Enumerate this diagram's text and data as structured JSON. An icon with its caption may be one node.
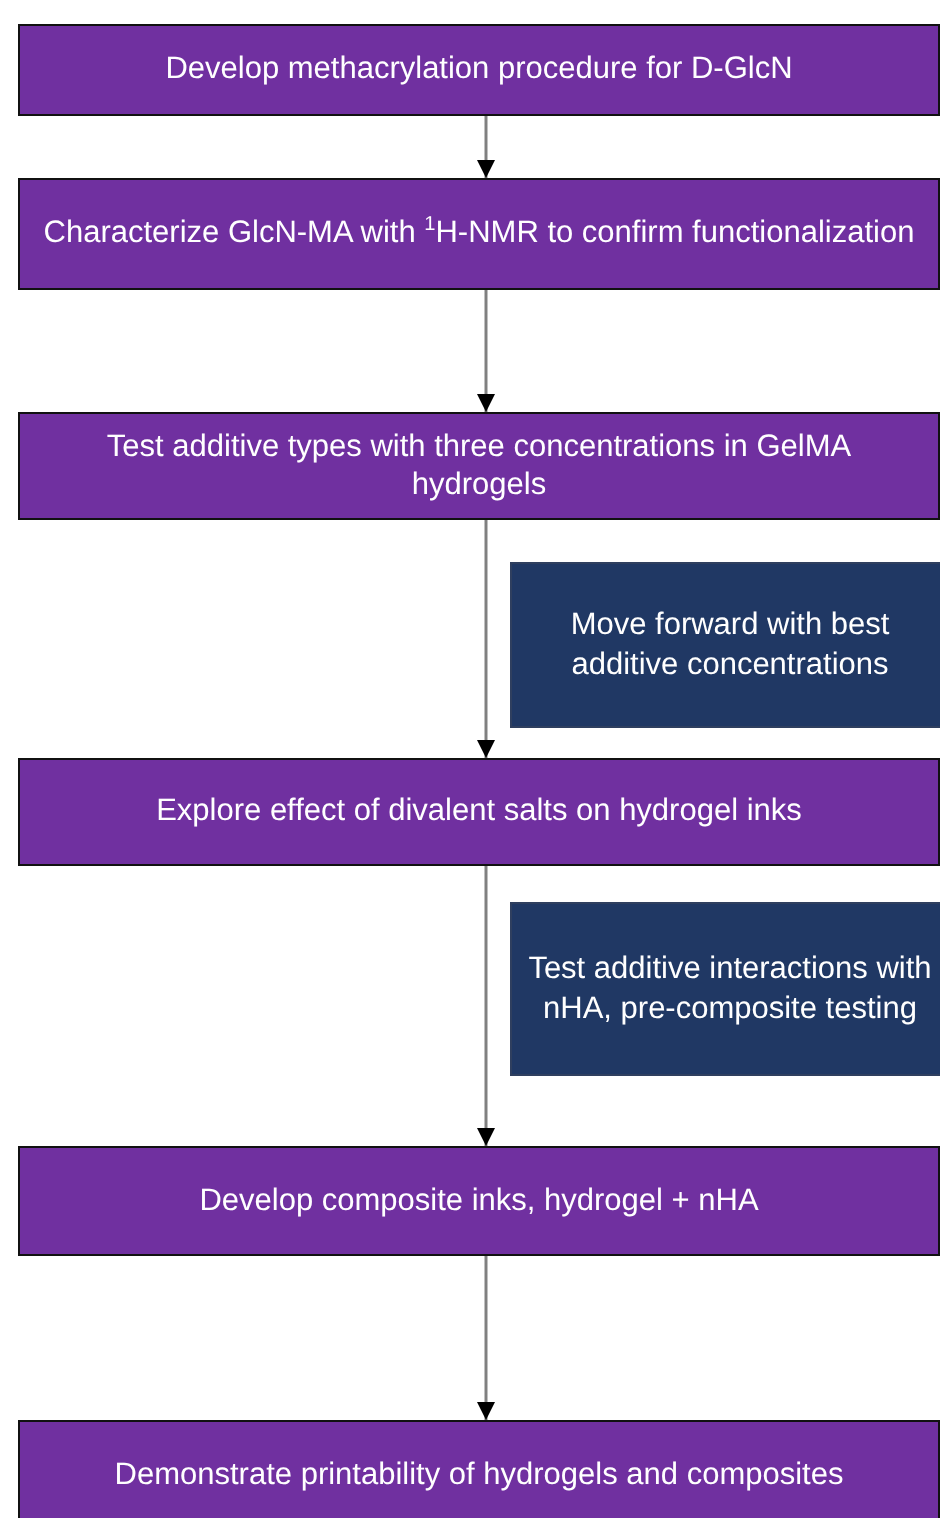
{
  "diagram": {
    "nodes": [
      {
        "text": [
          "Develop methacrylation procedure for D-GlcN"
        ]
      },
      {
        "text": [
          "Characterize GlcN-MA with $^{1}$H-NMR to confirm functionalization"
        ]
      },
      {
        "text": [
          "Test additive types with three concentrations in GelMA hydrogels"
        ]
      },
      {
        "text": [
          "Move forward with best additive concentrations"
        ]
      },
      {
        "text": [
          "Explore effect of divalent salts on hydrogel inks"
        ]
      },
      {
        "text": [
          "Test additive interactions with nHA, pre-composite testing"
        ]
      },
      {
        "text": [
          "Develop composite inks, hydrogel + nHA"
        ]
      },
      {
        "text": [
          "Demonstrate printability of hydrogels and composites"
        ]
      }
    ],
    "edges": [
      {
        "from": 0,
        "to": 1,
        "arrow": "to"
      },
      {
        "from": 1,
        "to": 2,
        "arrow": "to"
      },
      {
        "from": 2,
        "to": 4,
        "arrow": "to"
      },
      {
        "from": 4,
        "to": 6,
        "arrow": "to"
      },
      {
        "from": 6,
        "to": 7,
        "arrow": "to"
      }
    ]
  }
}
